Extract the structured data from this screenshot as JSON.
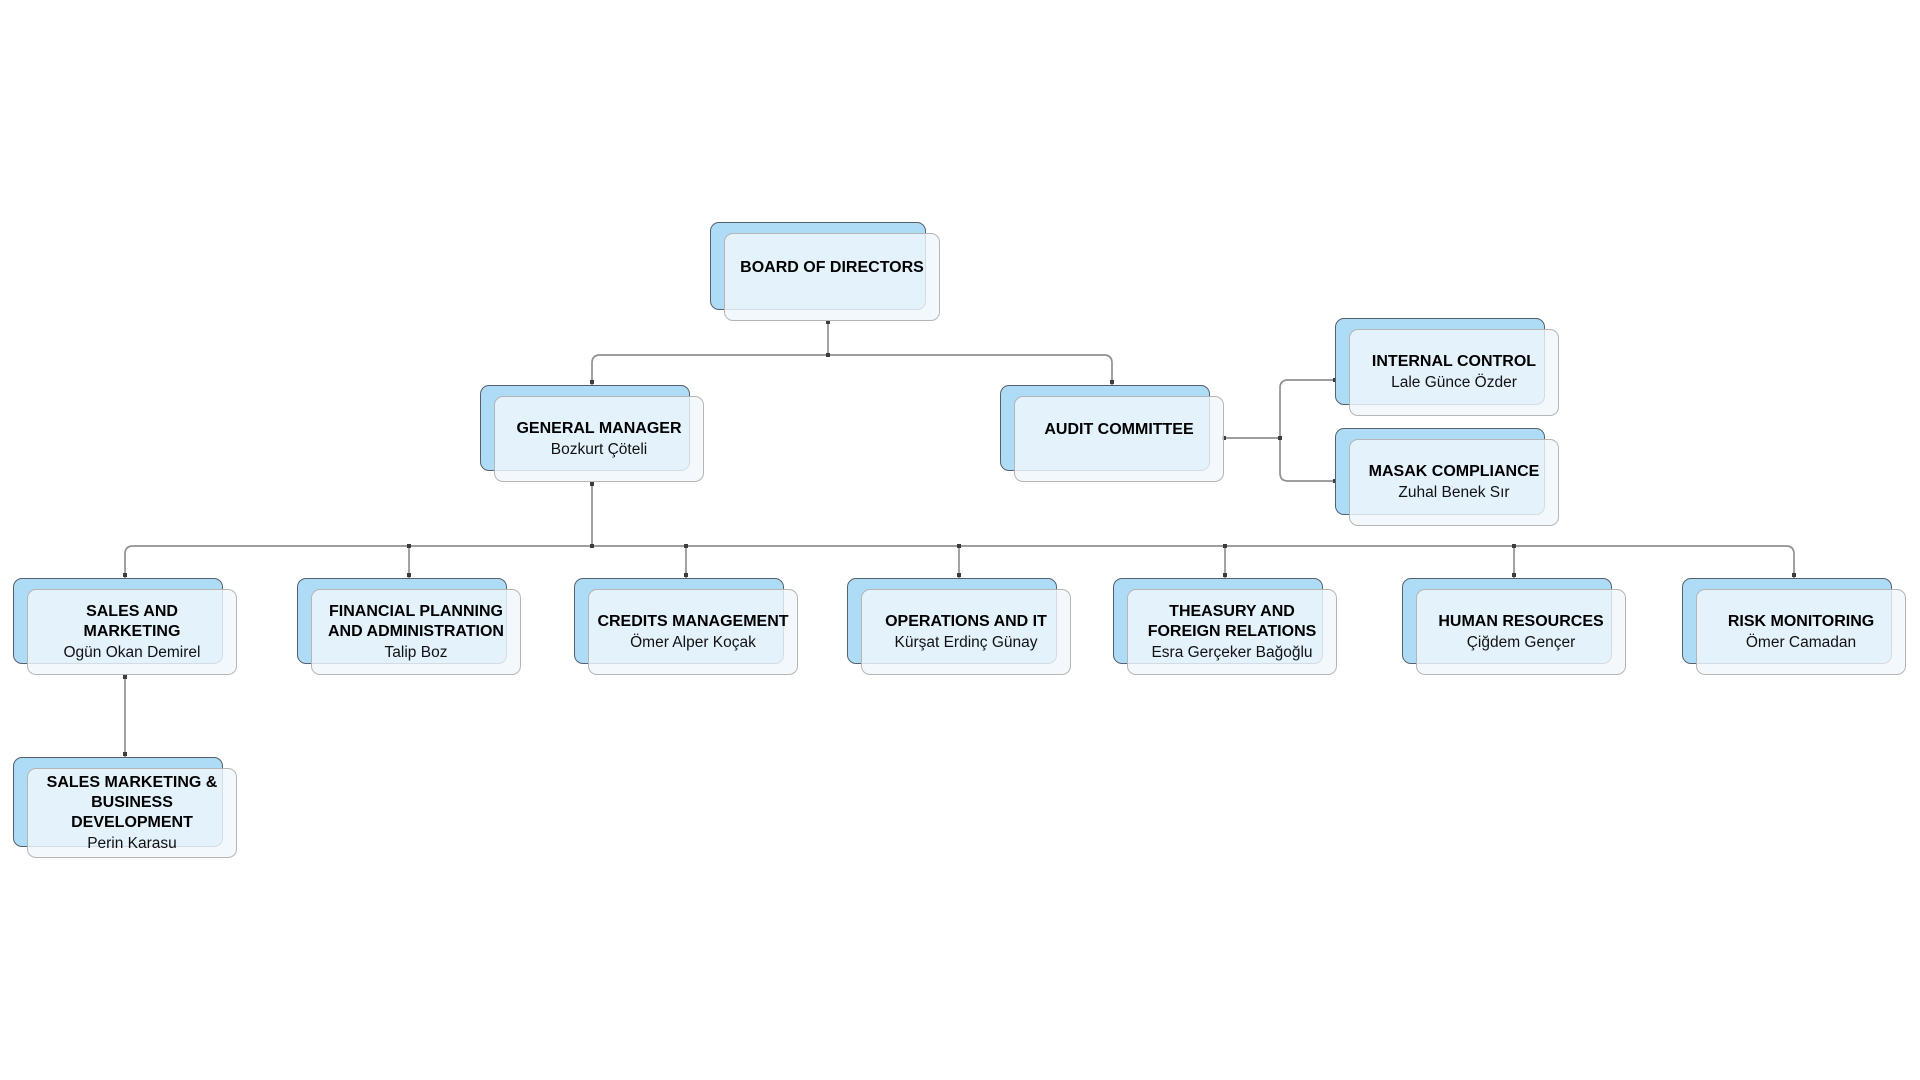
{
  "diagram": {
    "type": "org-chart",
    "background": "#ffffff",
    "colors": {
      "node_back_fill": "#aedcf6",
      "node_back_border": "#56606a",
      "node_front_fill": "#f0f6fd",
      "node_front_border": "#b5b5b5",
      "connector_line": "#919191",
      "connector_endpoint": "#3d3d3d",
      "text": "#000000"
    },
    "nodes": {
      "board": {
        "title": "BOARD OF DIRECTORS"
      },
      "general_manager": {
        "title": "GENERAL MANAGER",
        "name": "Bozkurt Çöteli"
      },
      "audit_committee": {
        "title": "AUDIT COMMITTEE"
      },
      "internal_control": {
        "title": "INTERNAL CONTROL",
        "name": "Lale Günce Özder"
      },
      "masak_compliance": {
        "title": "MASAK COMPLIANCE",
        "name": "Zuhal Benek Sır"
      },
      "sales_marketing": {
        "title": "SALES AND MARKETING",
        "name": "Ogün Okan Demirel"
      },
      "financial_planning": {
        "title": "FINANCIAL PLANNING AND ADMINISTRATION",
        "name": "Talip Boz"
      },
      "credits_management": {
        "title": "CREDITS MANAGEMENT",
        "name": "Ömer Alper Koçak"
      },
      "operations_it": {
        "title": "OPERATIONS AND IT",
        "name": "Kürşat Erdinç Günay"
      },
      "theasury_foreign": {
        "title": "THEASURY AND FOREIGN RELATIONS",
        "name": "Esra Gerçeker Bağoğlu"
      },
      "human_resources": {
        "title": "HUMAN RESOURCES",
        "name": "Çiğdem Gençer"
      },
      "risk_monitoring": {
        "title": "RISK MONITORING",
        "name": "Ömer Camadan"
      },
      "sales_mkt_bizdev": {
        "title": "SALES MARKETING & BUSINESS DEVELOPMENT",
        "name": "Perin Karasu"
      }
    },
    "edges": [
      "board -> general_manager",
      "board -> audit_committee",
      "audit_committee -> internal_control",
      "audit_committee -> masak_compliance",
      "general_manager -> sales_marketing",
      "general_manager -> financial_planning",
      "general_manager -> credits_management",
      "general_manager -> operations_it",
      "general_manager -> theasury_foreign",
      "general_manager -> human_resources",
      "general_manager -> risk_monitoring",
      "sales_marketing -> sales_mkt_bizdev"
    ]
  }
}
